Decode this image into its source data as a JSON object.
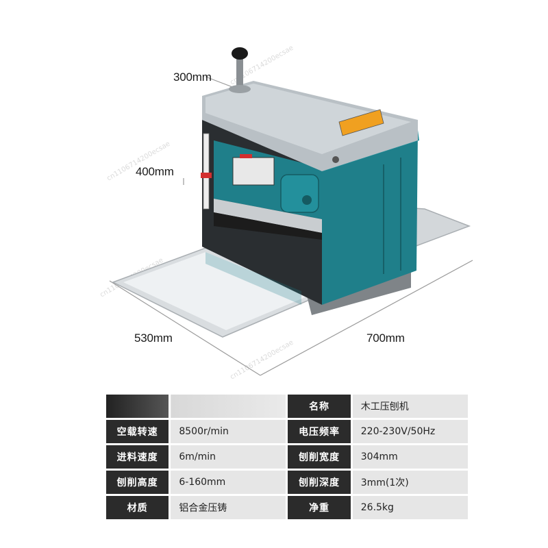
{
  "dimensions": {
    "depth": "300mm",
    "height": "400mm",
    "width": "530mm",
    "length": "700mm"
  },
  "watermark_text": "cn1106714200ecsae",
  "specs": [
    {
      "label_a": "",
      "value_a": "",
      "label_b": "名称",
      "value_b": "木工压刨机"
    },
    {
      "label_a": "空载转速",
      "value_a": "8500r/min",
      "label_b": "电压频率",
      "value_b": "220-230V/50Hz"
    },
    {
      "label_a": "进料速度",
      "value_a": "6m/min",
      "label_b": "刨削宽度",
      "value_b": "304mm"
    },
    {
      "label_a": "刨削高度",
      "value_a": "6-160mm",
      "label_b": "刨削深度",
      "value_b": "3mm(1次)"
    },
    {
      "label_a": "材质",
      "value_a": "铝合金压铸",
      "label_b": "净重",
      "value_b": "26.5kg"
    }
  ],
  "colors": {
    "body_teal": "#1f7f8a",
    "cover_silver": "#b9c0c5",
    "key_cell": "#2b2b2b",
    "value_cell": "#e6e6e6"
  }
}
